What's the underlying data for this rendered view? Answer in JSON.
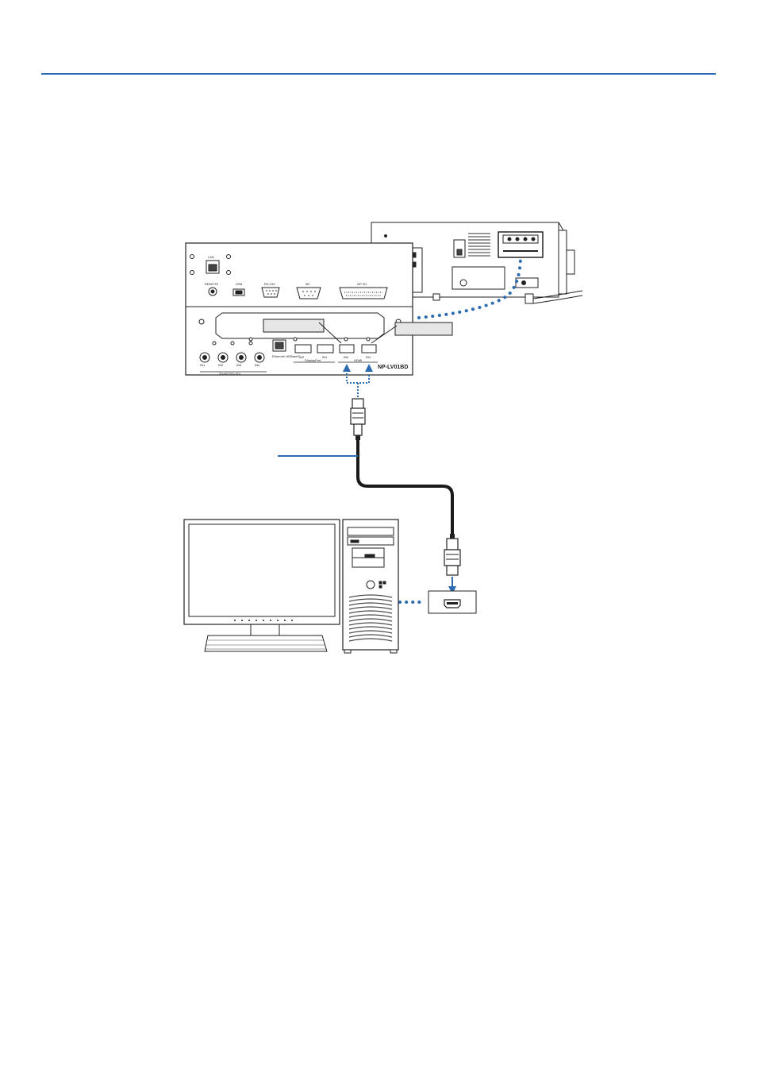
{
  "diagram": {
    "model_label": "NP-LV01BD",
    "ports": {
      "lan": "LAN",
      "remote": "REMOTE",
      "usb": "USB",
      "rs232": "RS-232",
      "io": "3D",
      "gpio": "GP I/O",
      "ethernet": "Ethernet/ HDBaseT",
      "dp_in1": "IN1",
      "dp_in2": "IN2",
      "displayport": "DisplayPort",
      "hdmi_in1": "IN1",
      "hdmi_in2": "IN2",
      "hdmi": "HDMI",
      "sdi1": "IN1",
      "sdi2": "IN2",
      "sdi3": "IN3",
      "sdi4": "IN4",
      "sdi_group": "3G/HD/SD-SDI"
    }
  },
  "colors": {
    "accent": "#2b6cb0",
    "line": "#222222",
    "cable": "#1a1a1a"
  }
}
